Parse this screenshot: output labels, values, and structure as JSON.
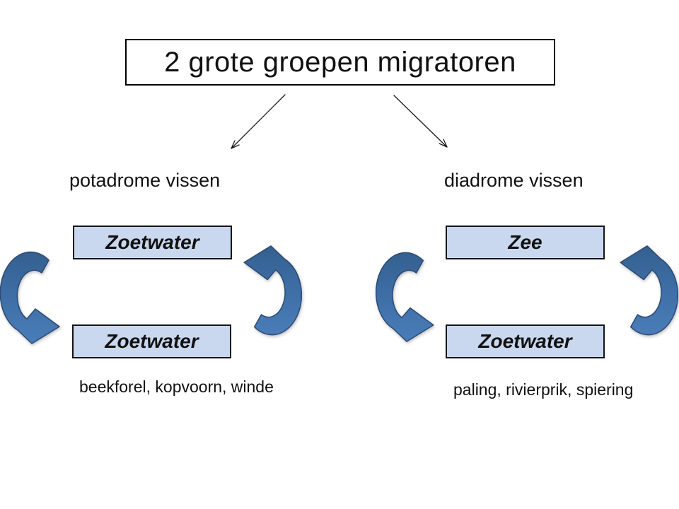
{
  "slide": {
    "title": "2 grote groepen migratoren"
  },
  "groups": [
    {
      "label": "potadrome vissen",
      "top_box_label": "Zoetwater",
      "bottom_box_label": "Zoetwater",
      "examples": "beekforel, kopvoorn, winde"
    },
    {
      "label": "diadrome vissen",
      "top_box_label": "Zee",
      "bottom_box_label": "Zoetwater",
      "examples": "paling, rivierprik, spiering"
    }
  ],
  "icons": {
    "branch_arrow": "thin-diagonal-arrow",
    "cycle_arrow": "curved-block-cycle-arrow"
  },
  "colors": {
    "background": "#ffffff",
    "box_fill": "#c9d8ee",
    "box_border": "#141414",
    "arrow_fill_top": "#34608f",
    "arrow_fill_bottom": "#4a7db8",
    "arrow_outline": "#2a4a72",
    "line_arrow": "#1a1a1a",
    "text": "#111111"
  }
}
